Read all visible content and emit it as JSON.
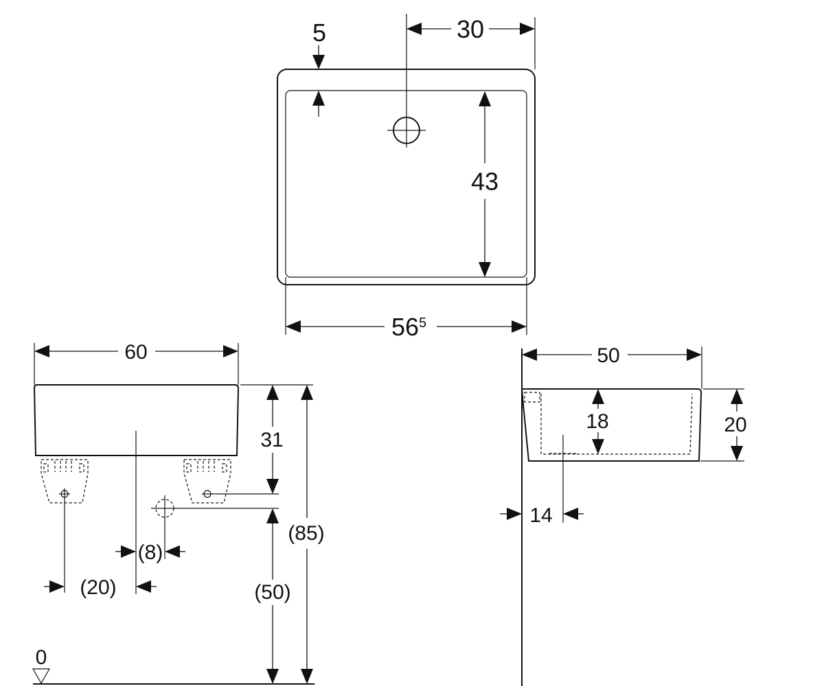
{
  "top_view": {
    "dim_wall": "5",
    "dim_drain_offset": "30",
    "dim_depth": "43",
    "dim_width_main": "56",
    "dim_width_sup": "5"
  },
  "front_view": {
    "dim_width": "60",
    "dim_height": "31",
    "dim_total": "(85)",
    "dim_waste_offset": "(8)",
    "dim_bracket_offset": "(20)",
    "dim_waste_height": "(50)",
    "floor_level": "0"
  },
  "side_view": {
    "dim_depth": "50",
    "dim_inner_height": "18",
    "dim_outer_height": "20",
    "dim_waste_distance": "14"
  }
}
